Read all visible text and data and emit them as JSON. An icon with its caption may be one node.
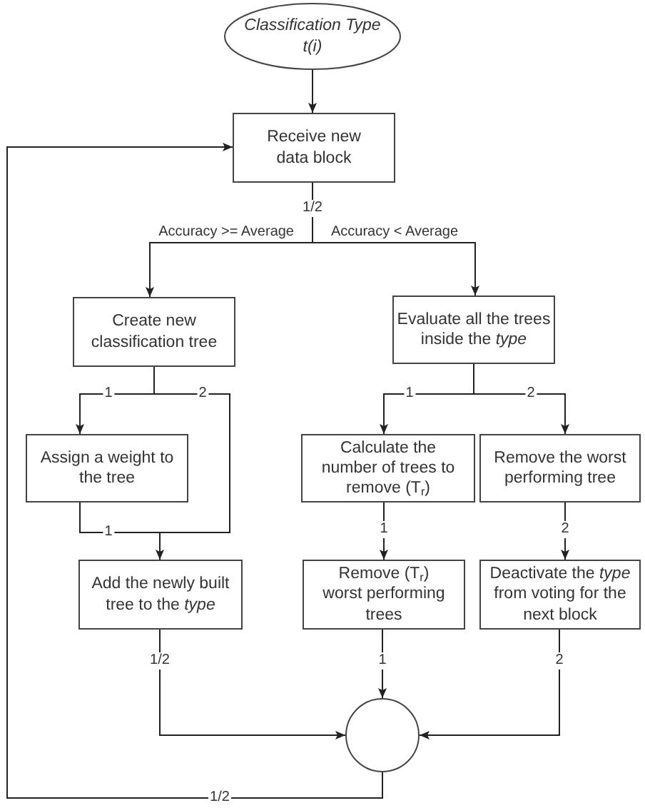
{
  "diagram": {
    "nodes": [
      {
        "text": [
          "Classification Type t(i)"
        ]
      },
      {
        "text": [
          "Receive new data block"
        ]
      },
      {
        "text": [
          "Create new classification tree"
        ]
      },
      {
        "text": [
          "Evaluate all the trees inside the *type*"
        ]
      },
      {
        "text": [
          "Assign a weight to the tree"
        ]
      },
      {
        "text": [
          "Calculate the number of trees to remove (T$_{r}$)"
        ]
      },
      {
        "text": [
          "Remove the worst performing tree"
        ]
      },
      {
        "text": [
          "Add the newly built tree to the *type*"
        ]
      },
      {
        "text": [
          "Remove (T$_{r}$) worst performing trees"
        ]
      },
      {
        "text": [
          "Deactivate the *type* from voting for the next block"
        ]
      },
      {
        "text": [],
        "shape": "circle"
      }
    ],
    "edges": [
      {
        "from": 0,
        "to": 1,
        "arrow": "to"
      },
      {
        "from": 1,
        "to": 2,
        "arrow": "to",
        "label": "Accuracy >= Average"
      },
      {
        "from": 1,
        "to": 3,
        "arrow": "to",
        "label": "Accuracy < Average"
      },
      {
        "from": 2,
        "to": 4,
        "arrow": "to",
        "label": "1"
      },
      {
        "from": 2,
        "to": 7,
        "arrow": "to",
        "label": "2"
      },
      {
        "from": 4,
        "to": 7,
        "arrow": "to",
        "label": "1"
      },
      {
        "from": 3,
        "to": 5,
        "arrow": "to",
        "label": "1"
      },
      {
        "from": 3,
        "to": 6,
        "arrow": "to",
        "label": "2"
      },
      {
        "from": 5,
        "to": 8,
        "arrow": "to",
        "label": "1"
      },
      {
        "from": 6,
        "to": 9,
        "arrow": "to",
        "label": "2"
      },
      {
        "from": 7,
        "to": 10,
        "arrow": "to",
        "label": "1/2"
      },
      {
        "from": 8,
        "to": 10,
        "arrow": "to",
        "label": "1"
      },
      {
        "from": 9,
        "to": 10,
        "arrow": "to",
        "label": "2"
      },
      {
        "from": 10,
        "to": 1,
        "arrow": "to",
        "label": "1/2"
      }
    ],
    "labels": [
      "1/2"
    ]
  }
}
